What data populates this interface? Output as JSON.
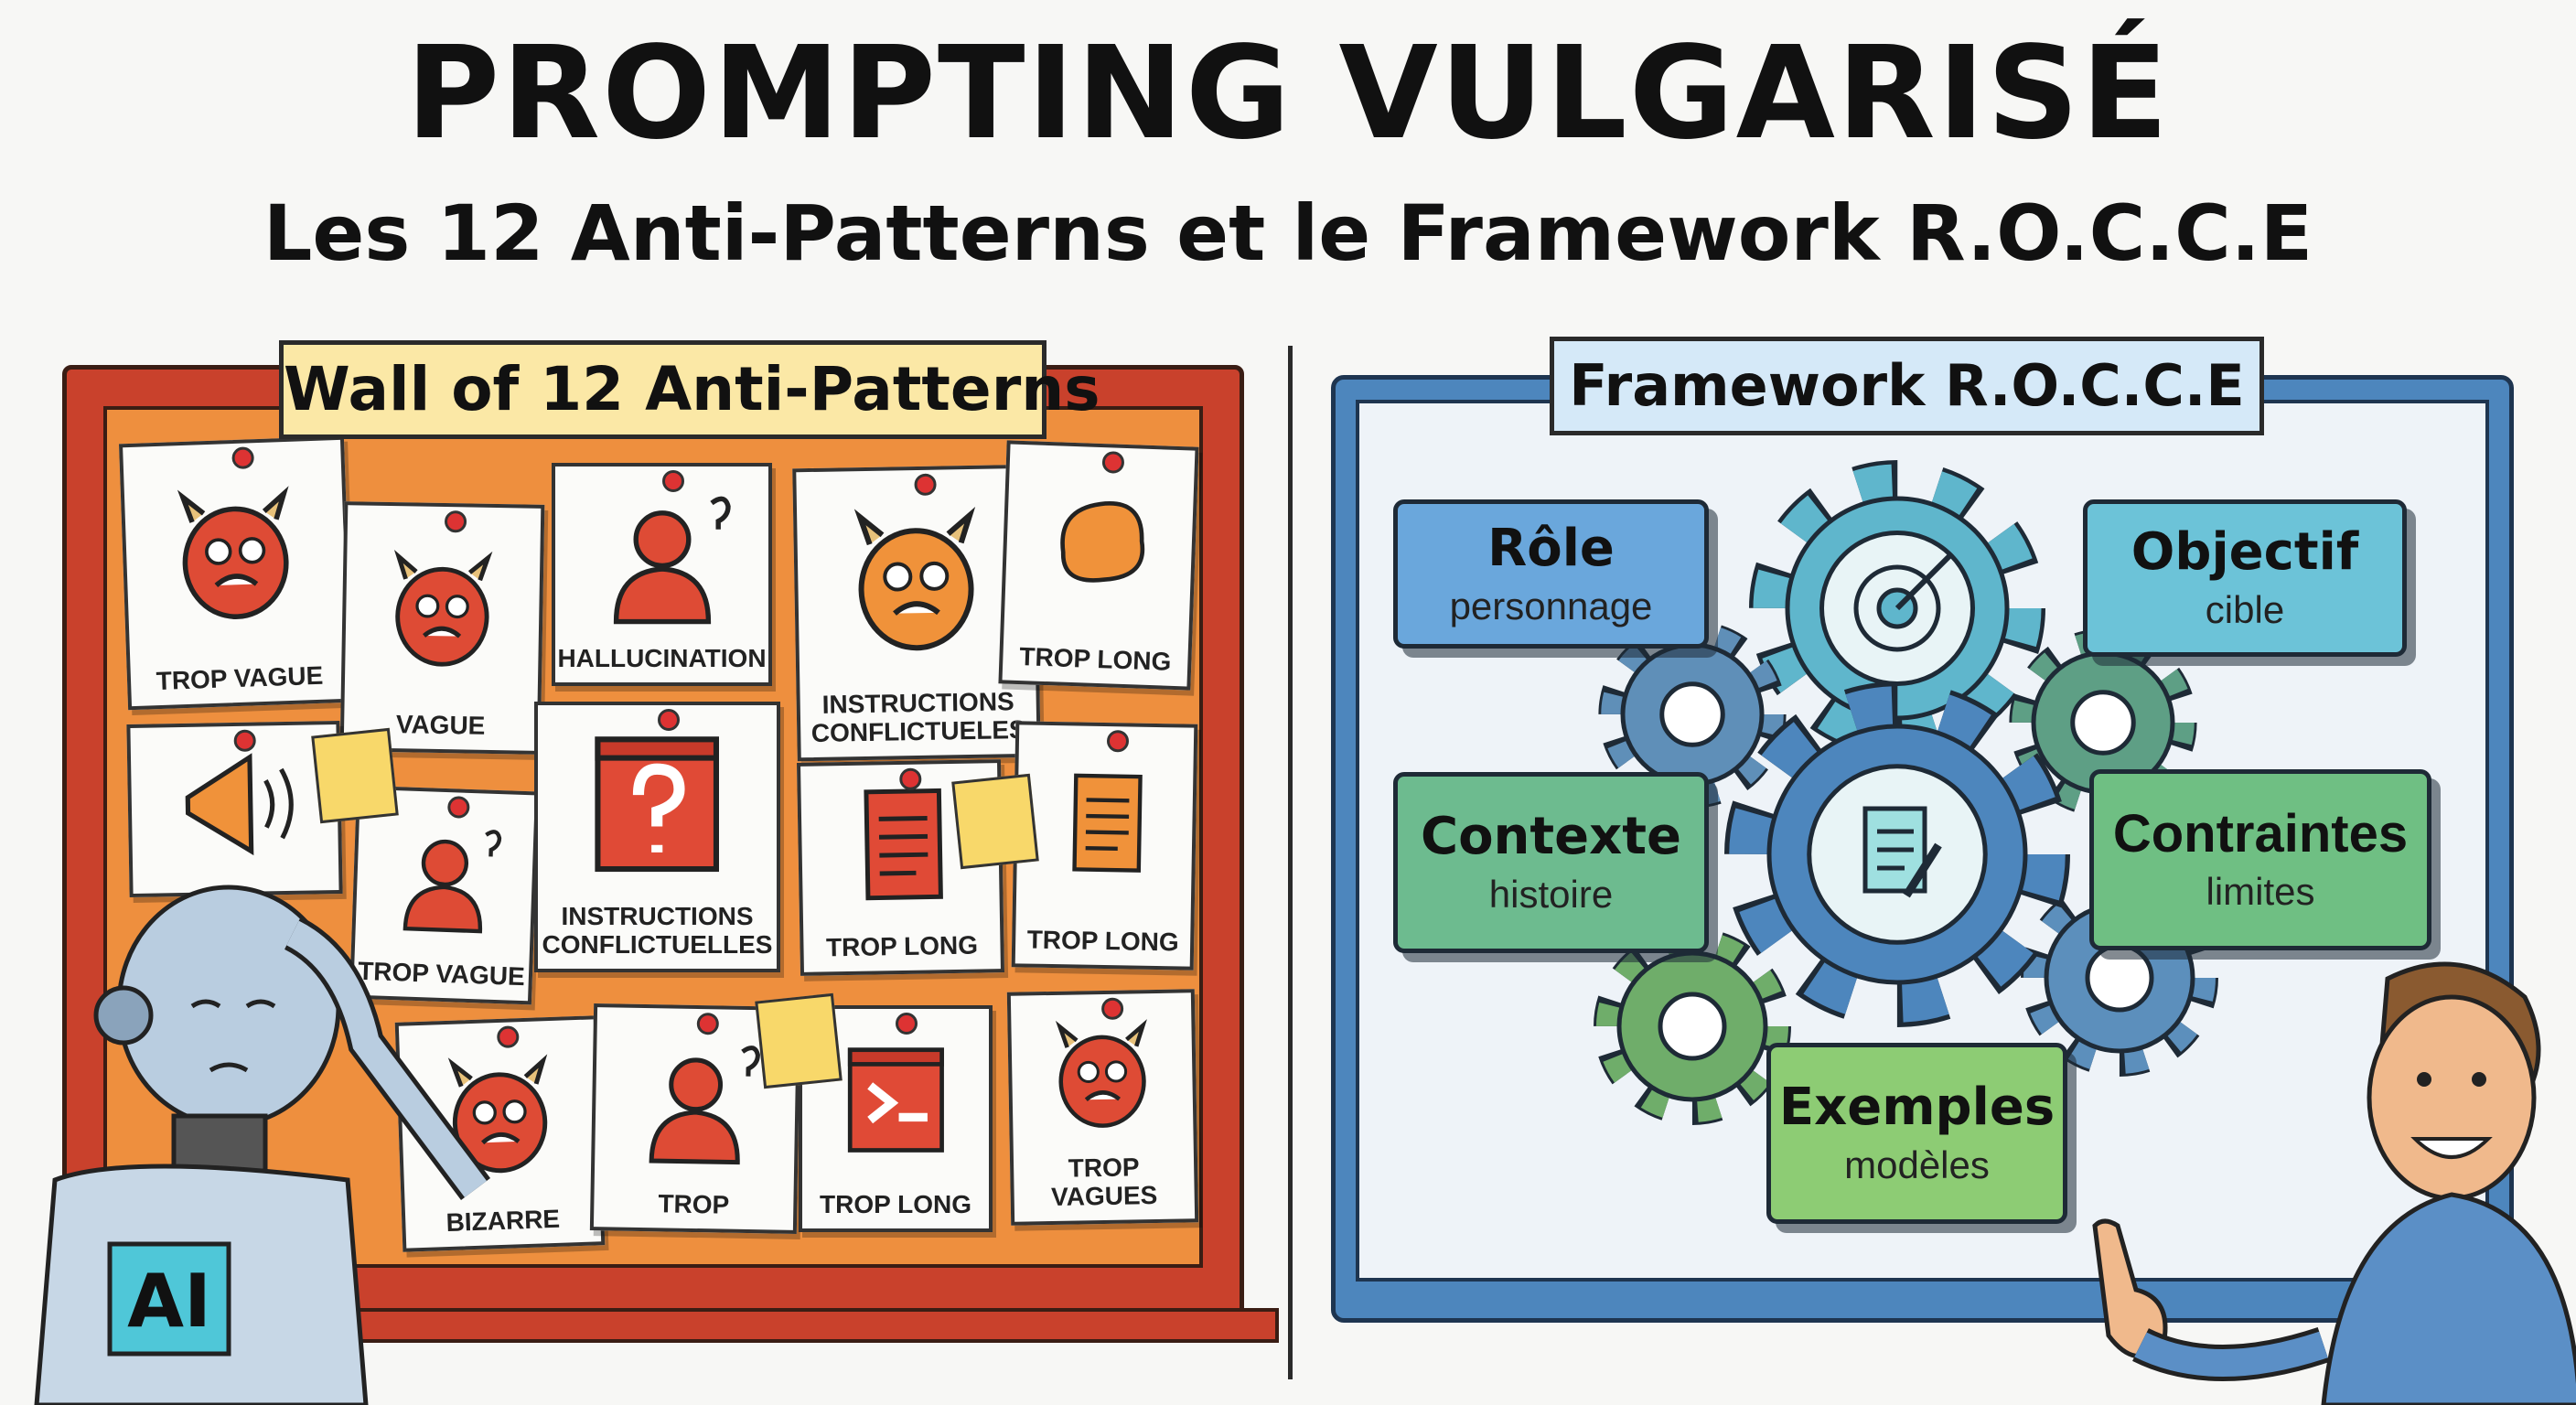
{
  "header": {
    "title": "PROMPTING VULGARISÉ",
    "subtitle": "Les 12 Anti-Patterns et le Framework R.O.C.C.E"
  },
  "left_panel": {
    "label": "Wall of 12 Anti-Patterns",
    "board_color": "#ee8f3e",
    "frame_color": "#c9412c",
    "cards": [
      {
        "label": "TROP VAGUE",
        "icon": "angry-monster-icon"
      },
      {
        "label": "VAGUE",
        "icon": "tentacle-monster-icon"
      },
      {
        "label": "HALLUCINATION",
        "icon": "confused-person-icon"
      },
      {
        "label": "INSTRUCTIONS\nCONFLICTUELES",
        "icon": "orange-monster-icon"
      },
      {
        "label": "TROP LONG",
        "icon": "thought-cloud-icon"
      },
      {
        "label": "",
        "icon": "megaphone-icon"
      },
      {
        "label": "TROP VAGUE",
        "icon": "shrugging-person-icon"
      },
      {
        "label": "INSTRUCTIONS\nCONFLICTUELLES",
        "icon": "question-window-icon"
      },
      {
        "label": "TROP LONG",
        "icon": "document-arrows-icon"
      },
      {
        "label": "TROP LONG",
        "icon": "long-document-icon"
      },
      {
        "label": "BIZARRE",
        "icon": "weird-monster-icon"
      },
      {
        "label": "TROP",
        "icon": "stressed-person-icon"
      },
      {
        "label": "TROP LONG",
        "icon": "chat-window-icon"
      },
      {
        "label": "TROP\nVAGUES",
        "icon": "small-monster-icon"
      }
    ],
    "robot_badge": "AI"
  },
  "right_panel": {
    "label": "Framework R.O.C.C.E",
    "items": [
      {
        "title": "Rôle",
        "subtitle": "personnage",
        "color": "#6aa7dc"
      },
      {
        "title": "Objectif",
        "subtitle": "cible",
        "color": "#6cc3d8"
      },
      {
        "title": "Contexte",
        "subtitle": "histoire",
        "color": "#6dbb8f"
      },
      {
        "title": "Contraintes",
        "subtitle": "limites",
        "color": "#6fbf83"
      },
      {
        "title": "Exemples",
        "subtitle": "modèles",
        "color": "#8dcc74"
      }
    ],
    "center_icons": [
      "target-arrow-icon",
      "document-pen-icon"
    ]
  }
}
